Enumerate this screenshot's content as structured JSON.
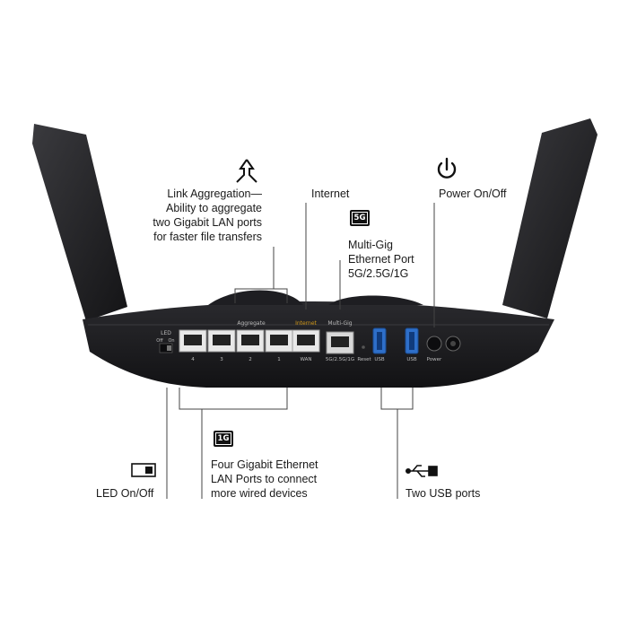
{
  "callouts": {
    "aggregation": [
      "Link Aggregation—",
      "Ability to aggregate",
      "two Gigabit LAN ports",
      "for faster file transfers"
    ],
    "internet": "Internet",
    "multigig": [
      "Multi-Gig",
      "Ethernet Port",
      "5G/2.5G/1G"
    ],
    "power": "Power On/Off",
    "led": "LED On/Off",
    "lan": [
      "Four Gigabit Ethernet",
      "LAN Ports to connect",
      "more wired devices"
    ],
    "usb": "Two USB ports"
  },
  "badges": {
    "multigig": "5G",
    "lan": "1G"
  },
  "router_labels": {
    "led": "LED",
    "led_off": "Off",
    "led_on": "On",
    "aggregate": "Aggregate",
    "internet": "Internet",
    "multigig": "Multi-Gig",
    "ports": [
      "4",
      "3",
      "2",
      "1"
    ],
    "wan": "WAN",
    "mg_speed": "5G/2.5G/1G",
    "reset": "Reset",
    "usb": "USB",
    "power": "Power"
  },
  "colors": {
    "router": "#1b1b1e",
    "usb_blue": "#2e6fc9",
    "internet_label": "#d39a1a",
    "line": "#444444"
  },
  "icons": [
    "link-aggregation-icon",
    "multigig-5g-badge-icon",
    "power-icon",
    "led-switch-icon",
    "lan-1g-badge-icon",
    "usb-icon"
  ]
}
